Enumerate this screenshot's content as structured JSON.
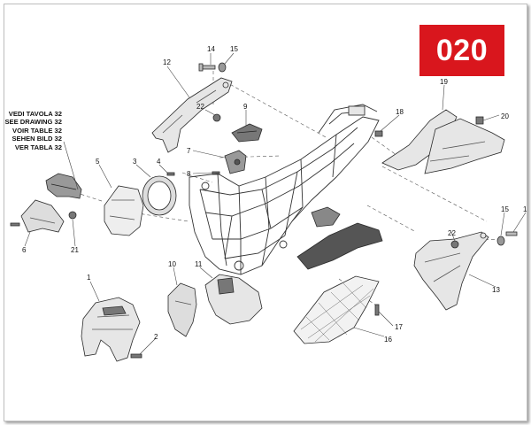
{
  "page_number": "020",
  "reference_note": [
    "VEDI TAVOLA 32",
    "SEE DRAWING 32",
    "VOIR TABLE 32",
    "SEHEN BILD 32",
    "VER TABLA 32"
  ],
  "callouts": {
    "c1": "1",
    "c2": "2",
    "c3": "3",
    "c4": "4",
    "c5": "5",
    "c6": "6",
    "c7": "7",
    "c8": "8",
    "c9": "9",
    "c10": "10",
    "c11": "11",
    "c12": "12",
    "c13": "13",
    "c14": "14",
    "c15a": "15",
    "c15b": "15",
    "c16": "16",
    "c17": "17",
    "c18": "18",
    "c19": "19",
    "c20": "20",
    "c21": "21",
    "c22a": "22",
    "c22b": "22",
    "c1b": "1"
  },
  "colors": {
    "badge": "#d9161d",
    "line": "#2a2a2a",
    "part_fill": "#e6e6e6",
    "part_dark": "#555555"
  }
}
